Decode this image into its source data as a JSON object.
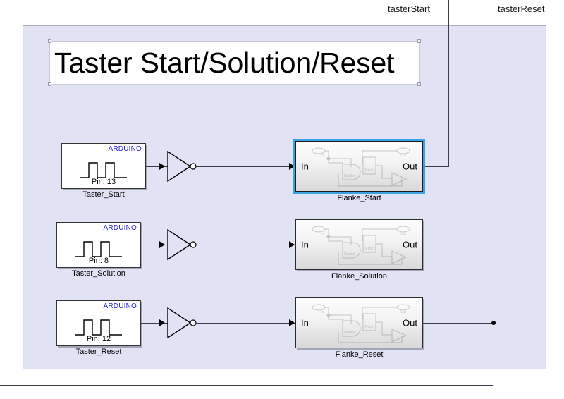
{
  "diagram": {
    "annotation_title": "Taster Start/Solution/Reset",
    "region_color": "#e2e2f5",
    "selection_color": "#3aa3e3",
    "vendor_label_color": "#2222dd"
  },
  "signals": [
    {
      "name": "tasterStart"
    },
    {
      "name": "tasterReset"
    }
  ],
  "rows": [
    {
      "source": {
        "vendor": "ARDUINO",
        "pin_label": "Pin: 13",
        "caption": "Taster_Start",
        "icon": "square-wave-icon"
      },
      "gate": {
        "type": "not-gate-icon"
      },
      "subsystem": {
        "caption": "Flanke_Start",
        "in_label": "In",
        "out_label": "Out",
        "selected": true
      }
    },
    {
      "source": {
        "vendor": "ARDUINO",
        "pin_label": "Pin: 8",
        "caption": "Taster_Solution",
        "icon": "square-wave-icon"
      },
      "gate": {
        "type": "not-gate-icon"
      },
      "subsystem": {
        "caption": "Flanke_Solution",
        "in_label": "In",
        "out_label": "Out",
        "selected": false
      }
    },
    {
      "source": {
        "vendor": "ARDUINO",
        "pin_label": "Pin: 12",
        "caption": "Taster_Reset",
        "icon": "square-wave-icon"
      },
      "gate": {
        "type": "not-gate-icon"
      },
      "subsystem": {
        "caption": "Flanke_Reset",
        "in_label": "In",
        "out_label": "Out",
        "selected": false
      }
    }
  ]
}
